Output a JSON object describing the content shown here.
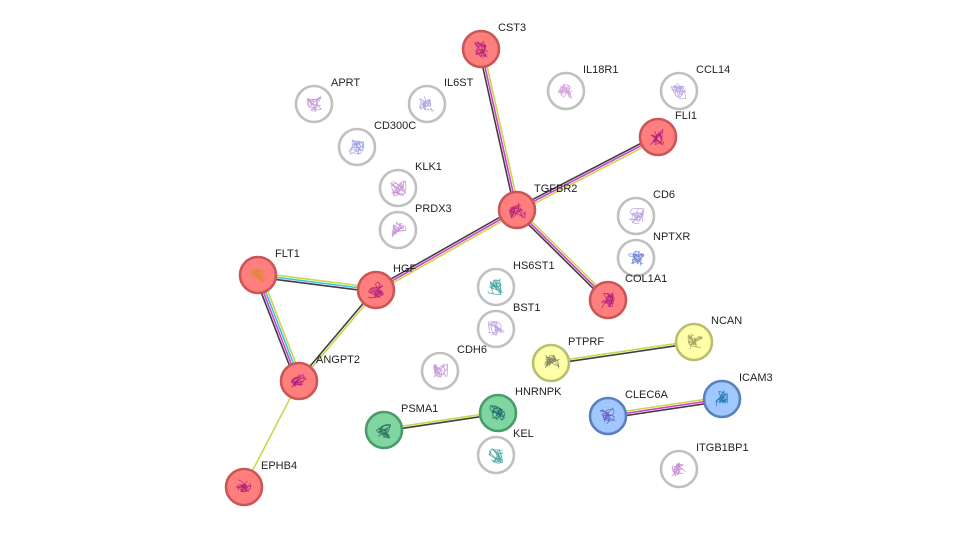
{
  "network": {
    "nodes": [
      {
        "id": "CST3",
        "label": "CST3",
        "color": "#ff7f7f",
        "ring": "#cc5555",
        "glyph": "#b0207a"
      },
      {
        "id": "APRT",
        "label": "APRT",
        "color": "#ffffff",
        "ring": "#c0c0c0",
        "glyph": "#c38fd6"
      },
      {
        "id": "IL6ST",
        "label": "IL6ST",
        "color": "#ffffff",
        "ring": "#c0c0c0",
        "glyph": "#a8a0e0"
      },
      {
        "id": "IL18R1",
        "label": "IL18R1",
        "color": "#ffffff",
        "ring": "#c0c0c0",
        "glyph": "#d0a0d8"
      },
      {
        "id": "CCL14",
        "label": "CCL14",
        "color": "#ffffff",
        "ring": "#c0c0c0",
        "glyph": "#b8a0e0"
      },
      {
        "id": "FLI1",
        "label": "FLI1",
        "color": "#ff7f7f",
        "ring": "#cc5555",
        "glyph": "#b0207a"
      },
      {
        "id": "CD300C",
        "label": "CD300C",
        "color": "#ffffff",
        "ring": "#c0c0c0",
        "glyph": "#9aa0e8"
      },
      {
        "id": "KLK1",
        "label": "KLK1",
        "color": "#ffffff",
        "ring": "#c0c0c0",
        "glyph": "#c38fd6"
      },
      {
        "id": "TGFBR2",
        "label": "TGFBR2",
        "color": "#ff7f7f",
        "ring": "#cc5555",
        "glyph": "#b0207a"
      },
      {
        "id": "CD6",
        "label": "CD6",
        "color": "#ffffff",
        "ring": "#c0c0c0",
        "glyph": "#b8a0e0"
      },
      {
        "id": "PRDX3",
        "label": "PRDX3",
        "color": "#ffffff",
        "ring": "#c0c0c0",
        "glyph": "#c38fd6"
      },
      {
        "id": "NPTXR",
        "label": "NPTXR",
        "color": "#ffffff",
        "ring": "#c0c0c0",
        "glyph": "#6a7fd0"
      },
      {
        "id": "FLT1",
        "label": "FLT1",
        "color": "#ff7f7f",
        "ring": "#cc5555",
        "glyph": "#e08a30"
      },
      {
        "id": "HGF",
        "label": "HGF",
        "color": "#ff7f7f",
        "ring": "#cc5555",
        "glyph": "#b0207a"
      },
      {
        "id": "HS6ST1",
        "label": "HS6ST1",
        "color": "#ffffff",
        "ring": "#c0c0c0",
        "glyph": "#40a0a0"
      },
      {
        "id": "COL1A1",
        "label": "COL1A1",
        "color": "#ff7f7f",
        "ring": "#cc5555",
        "glyph": "#b0207a"
      },
      {
        "id": "BST1",
        "label": "BST1",
        "color": "#ffffff",
        "ring": "#c0c0c0",
        "glyph": "#b8a0e0"
      },
      {
        "id": "NCAN",
        "label": "NCAN",
        "color": "#ffffaa",
        "ring": "#b8c070",
        "glyph": "#a0a060"
      },
      {
        "id": "PTPRF",
        "label": "PTPRF",
        "color": "#ffffaa",
        "ring": "#b8c070",
        "glyph": "#808060"
      },
      {
        "id": "CDH6",
        "label": "CDH6",
        "color": "#ffffff",
        "ring": "#c0c0c0",
        "glyph": "#c38fd6"
      },
      {
        "id": "ANGPT2",
        "label": "ANGPT2",
        "color": "#ff7f7f",
        "ring": "#cc5555",
        "glyph": "#b0207a"
      },
      {
        "id": "HNRNPK",
        "label": "HNRNPK",
        "color": "#7fd6a0",
        "ring": "#4a9a6a",
        "glyph": "#1a6a6a"
      },
      {
        "id": "ICAM3",
        "label": "ICAM3",
        "color": "#a0c8ff",
        "ring": "#5a80c0",
        "glyph": "#2a7ab0"
      },
      {
        "id": "CLEC6A",
        "label": "CLEC6A",
        "color": "#a0c8ff",
        "ring": "#5a80c0",
        "glyph": "#6060c0"
      },
      {
        "id": "PSMA1",
        "label": "PSMA1",
        "color": "#7fd6a0",
        "ring": "#4a9a6a",
        "glyph": "#2a6a5a"
      },
      {
        "id": "KEL",
        "label": "KEL",
        "color": "#ffffff",
        "ring": "#c0c0c0",
        "glyph": "#40a0a0"
      },
      {
        "id": "ITGB1BP1",
        "label": "ITGB1BP1",
        "color": "#ffffff",
        "ring": "#c0c0c0",
        "glyph": "#c38fd6"
      },
      {
        "id": "EPHB4",
        "label": "EPHB4",
        "color": "#ff7f7f",
        "ring": "#cc5555",
        "glyph": "#b0207a"
      }
    ],
    "edges": [
      {
        "source": "CST3",
        "target": "TGFBR2",
        "colors": [
          "#c8d84a",
          "#d040d0",
          "#404040"
        ]
      },
      {
        "source": "FLI1",
        "target": "TGFBR2",
        "colors": [
          "#c8d84a",
          "#d040d0",
          "#404040"
        ]
      },
      {
        "source": "TGFBR2",
        "target": "HGF",
        "colors": [
          "#c8d84a",
          "#d040d0",
          "#404040"
        ]
      },
      {
        "source": "TGFBR2",
        "target": "COL1A1",
        "colors": [
          "#c8d84a",
          "#d040d0",
          "#404040"
        ]
      },
      {
        "source": "FLT1",
        "target": "HGF",
        "colors": [
          "#c8d84a",
          "#40c0e0",
          "#404040"
        ]
      },
      {
        "source": "FLT1",
        "target": "ANGPT2",
        "colors": [
          "#c8d84a",
          "#40c0e0",
          "#d040d0",
          "#404040"
        ]
      },
      {
        "source": "HGF",
        "target": "ANGPT2",
        "colors": [
          "#c8d84a",
          "#404040"
        ]
      },
      {
        "source": "ANGPT2",
        "target": "EPHB4",
        "colors": [
          "#c8d84a"
        ]
      },
      {
        "source": "PTPRF",
        "target": "NCAN",
        "colors": [
          "#c8d84a",
          "#404040"
        ]
      },
      {
        "source": "CLEC6A",
        "target": "ICAM3",
        "colors": [
          "#c8d84a",
          "#d040d0",
          "#404040"
        ]
      },
      {
        "source": "PSMA1",
        "target": "HNRNPK",
        "colors": [
          "#c8d84a",
          "#404040"
        ]
      }
    ]
  }
}
